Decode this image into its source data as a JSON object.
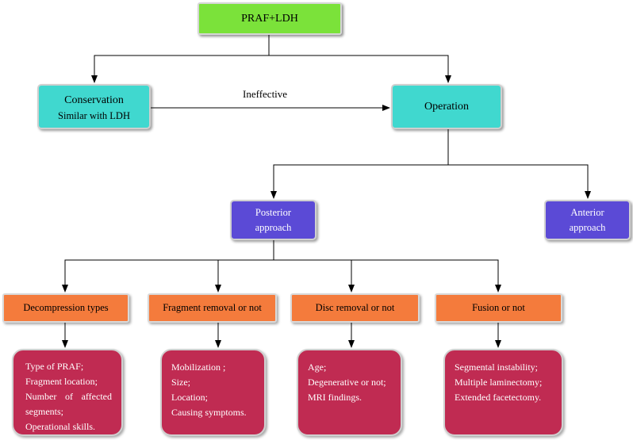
{
  "root": {
    "label": "PRAF+LDH"
  },
  "conservation": {
    "title": "Conservation",
    "subtitle": "Similar with LDH"
  },
  "edge_label": "Ineffective",
  "operation": {
    "label": "Operation"
  },
  "posterior": {
    "line1": "Posterior",
    "line2": "approach"
  },
  "anterior": {
    "line1": "Anterior",
    "line2": "approach"
  },
  "categories": [
    {
      "label": "Decompression types",
      "items": [
        "Type of PRAF;",
        "Fragment location;",
        "Number of affected",
        "segments;",
        "Operational skills."
      ]
    },
    {
      "label": "Fragment removal or not",
      "items": [
        "Mobilization ;",
        "Size;",
        "Location;",
        "Causing symptoms."
      ]
    },
    {
      "label": "Disc removal or not",
      "items": [
        "Age;",
        "Degenerative or not;",
        "MRI findings."
      ]
    },
    {
      "label": "Fusion or not",
      "items": [
        "Segmental instability;",
        "Multiple laminectomy;",
        "Extended facetectomy."
      ]
    }
  ],
  "colors": {
    "root": "#7be23a",
    "conservation_operation": "#40d8cf",
    "approach": "#5b4ad6",
    "category": "#f47b3c",
    "detail": "#c02b52"
  }
}
